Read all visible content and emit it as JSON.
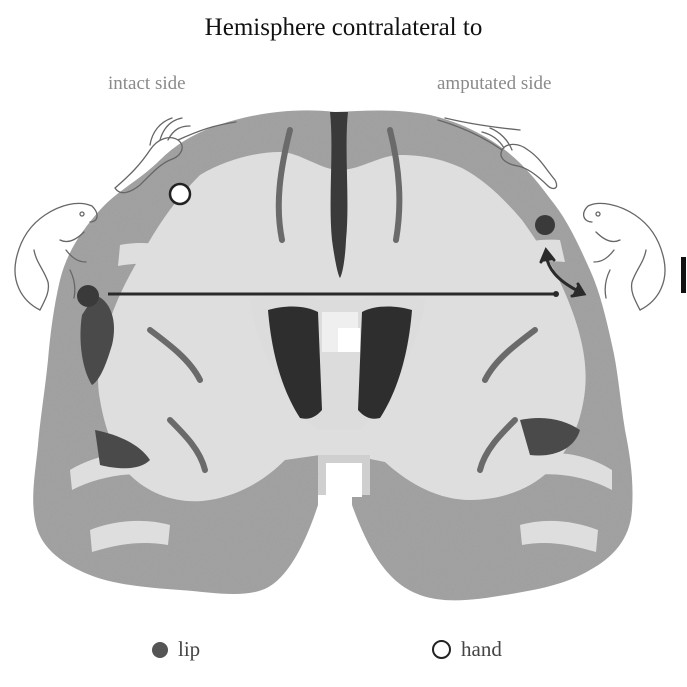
{
  "figure": {
    "title": "Hemisphere contralateral to",
    "left_label": "intact side",
    "right_label": "amputated side"
  },
  "legend": {
    "lip_label": "lip",
    "hand_label": "hand"
  },
  "colors": {
    "gray_matter": "#9a9a9a",
    "white_matter": "#dcdcdc",
    "ventricle": "#2e2e2e",
    "lip_marker": "#3a3a3a",
    "hand_marker": "#ffffff",
    "arrow": "#2a2a2a"
  },
  "icons": [
    "lip-dot-icon",
    "hand-circle-icon",
    "face-drawing-icon",
    "hand-drawing-icon",
    "double-arrow-icon"
  ]
}
